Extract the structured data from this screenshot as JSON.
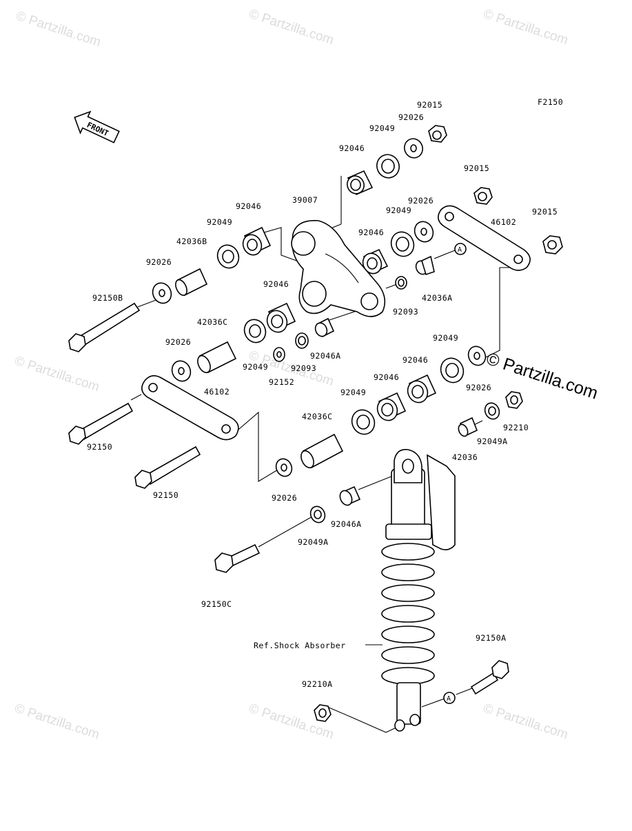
{
  "figure_code": "F2150",
  "front_label": "FRONT",
  "watermark_text": "© Partzilla.com",
  "brand_text": "© Partzilla.com",
  "reference_label": "Ref.Shock Absorber",
  "callout_letter": "A",
  "part_numbers": {
    "p92015_top": "92015",
    "p92026_top": "92026",
    "p92049_top": "92049",
    "p92046_top": "92046",
    "p92015_mid": "92015",
    "p92015_right": "92015",
    "p46102_right": "46102",
    "p39007": "39007",
    "p92026_mid": "92026",
    "p92049_mid": "92049",
    "p92046_mid": "92046",
    "p92046_left": "92046",
    "p92049_left": "92049",
    "p42036B": "42036B",
    "p92026_left": "92026",
    "p92150B": "92150B",
    "p42036A": "42036A",
    "p92093_right": "92093",
    "p92046_center": "92046",
    "p42036C_top": "42036C",
    "p92026_left2": "92026",
    "p92049_center": "92049",
    "p92093_center": "92093",
    "p92046A_center": "92046A",
    "p92152": "92152",
    "p92049_right2": "92049",
    "p92046_right2": "92046",
    "p92026_right2": "92026",
    "p92046_lower": "92046",
    "p92049_lower": "92049",
    "p46102_left": "46102",
    "p42036C_lower": "42036C",
    "p92150_a": "92150",
    "p92150_b": "92150",
    "p92026_lower": "92026",
    "p92210": "92210",
    "p92049A_right": "92049A",
    "p42036": "42036",
    "p92046A_lower": "92046A",
    "p92049A_lower": "92049A",
    "p92150C": "92150C",
    "p92150A": "92150A",
    "p92210A": "92210A"
  }
}
